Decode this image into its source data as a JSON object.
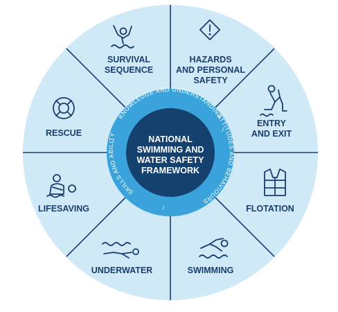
{
  "diagram": {
    "segments": [
      {
        "key": "survival",
        "icon": "survival-icon",
        "lines": [
          "SURVIVAL",
          "SEQUENCE"
        ]
      },
      {
        "key": "hazards",
        "icon": "hazard-warning-icon",
        "lines": [
          "HAZARDS",
          "AND PERSONAL",
          "SAFETY"
        ]
      },
      {
        "key": "entry",
        "icon": "pool-entry-icon",
        "lines": [
          "ENTRY",
          "AND EXIT"
        ]
      },
      {
        "key": "flotation",
        "icon": "life-jacket-icon",
        "lines": [
          "FLOTATION"
        ]
      },
      {
        "key": "swimming",
        "icon": "swimmer-icon",
        "lines": [
          "SWIMMING"
        ]
      },
      {
        "key": "underwater",
        "icon": "underwater-swimmer-icon",
        "lines": [
          "UNDERWATER"
        ]
      },
      {
        "key": "lifesaving",
        "icon": "lifesaving-icon",
        "lines": [
          "LIFESAVING"
        ]
      },
      {
        "key": "rescue",
        "icon": "lifebuoy-icon",
        "lines": [
          "RESCUE"
        ]
      }
    ],
    "ring": {
      "knowledge": "KNOWLEDGE AND UNDERSTANDING",
      "attitudes": "ATTITUDES AND BEHAVIOURS",
      "skills": "SKILLS AND ABILITY",
      "separator": "/"
    },
    "center": {
      "lines": [
        "NATIONAL",
        "SWIMMING AND",
        "WATER SAFETY",
        "FRAMEWORK"
      ]
    },
    "colors": {
      "outer": "#cfe9f7",
      "divider": "#1b3d6e",
      "ring": "#3ba3dc",
      "center": "#15416f",
      "text": "#1b3d6e"
    }
  }
}
